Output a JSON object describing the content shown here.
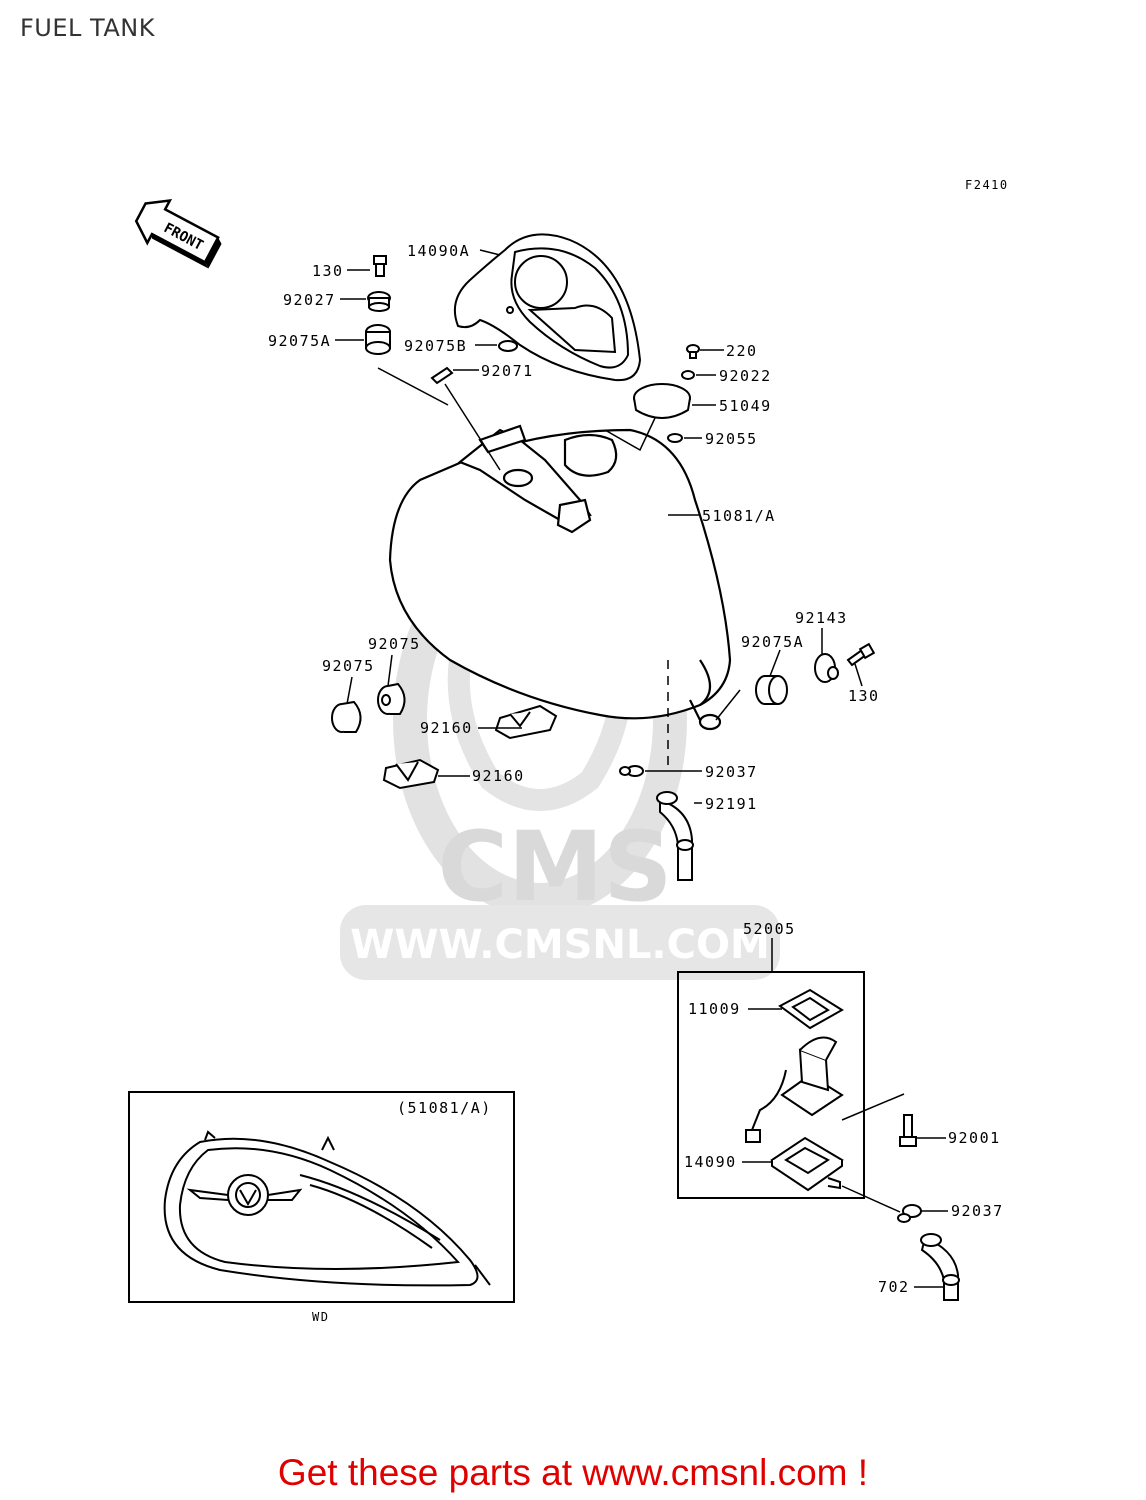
{
  "title": "FUEL TANK",
  "figure_code": "F2410",
  "front_arrow_label": "FRONT",
  "watermark": {
    "brand": "CMS",
    "url": "WWW.CMSNL.COM"
  },
  "part_labels": {
    "p130_top": "130",
    "p92027": "92027",
    "p92075A_top": "92075A",
    "p14090A": "14090A",
    "p92075B": "92075B",
    "p92071": "92071",
    "p220": "220",
    "p92022": "92022",
    "p51049": "51049",
    "p92055": "92055",
    "p51081A": "51081/A",
    "p92143": "92143",
    "p92075A_right": "92075A",
    "p130_right": "130",
    "p92075_a": "92075",
    "p92075_b": "92075",
    "p92160_a": "92160",
    "p92160_b": "92160",
    "p92037_a": "92037",
    "p92191": "92191",
    "p52005": "52005",
    "p11009": "11009",
    "p92001": "92001",
    "p14090": "14090",
    "p92037_b": "92037",
    "p702": "702"
  },
  "inset": {
    "caption": "(51081/A)",
    "footnote": "WD"
  },
  "colors": {
    "line": "#000000",
    "watermark": "#d9d9d9",
    "cta": "#e00000"
  },
  "footer_cta": "Get these parts at www.cmsnl.com !"
}
